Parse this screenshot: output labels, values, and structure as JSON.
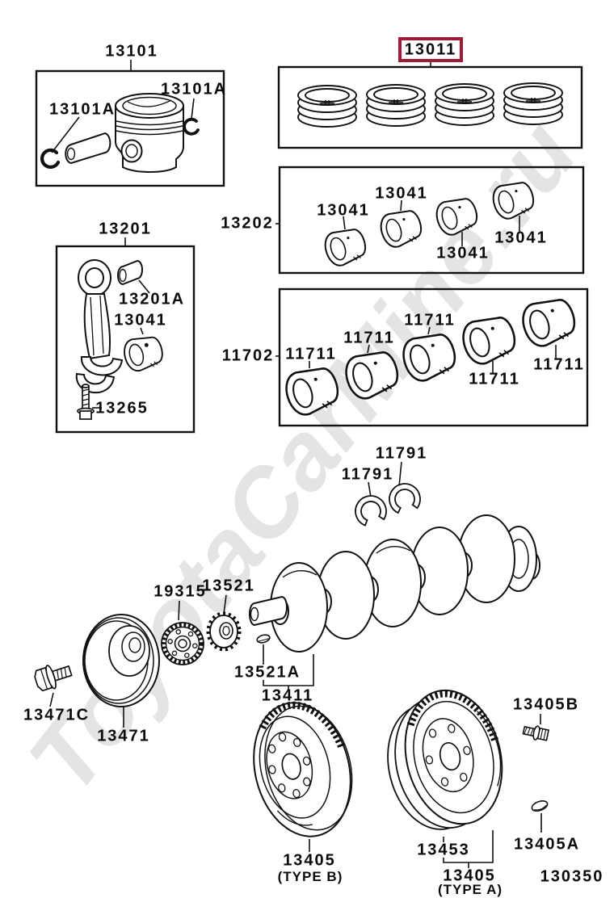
{
  "watermark": "ToyotaCarMine.ru",
  "figure_code": "130350",
  "highlight": {
    "part_number": "13011",
    "color": "#9e1a38"
  },
  "labels": {
    "piston_group": "13101",
    "pin_snap_ring_left": "13101A",
    "pin_snap_ring_right": "13101A",
    "piston_ring_set": "13011",
    "rod_bearing_group": "13202",
    "rod_bearing_a": "13041",
    "rod_bearing_b": "13041",
    "rod_bearing_c": "13041",
    "rod_bearing_d": "13041",
    "main_bearing_group": "11702",
    "main_bearing_a": "11711",
    "main_bearing_b": "11711",
    "main_bearing_c": "11711",
    "main_bearing_d": "11711",
    "main_bearing_e": "11711",
    "connecting_rod_group": "13201",
    "rod_bushing": "13201A",
    "rod_bearing_single": "13041",
    "rod_bolt": "13265",
    "thrust_washer_a": "11791",
    "thrust_washer_b": "11791",
    "sensor_rotor": "19315",
    "timing_gear": "13521",
    "crankshaft_key": "13521A",
    "crankshaft": "13411",
    "pulley_bolt": "13471C",
    "crankshaft_pulley": "13471",
    "flywheel": "13405",
    "flywheel_type": "(TYPE B)",
    "drive_plate_spacer": "13453",
    "drive_plate": "13405",
    "drive_plate_type": "(TYPE A)",
    "drive_plate_bolt": "13405B",
    "drive_plate_pin": "13405A"
  }
}
